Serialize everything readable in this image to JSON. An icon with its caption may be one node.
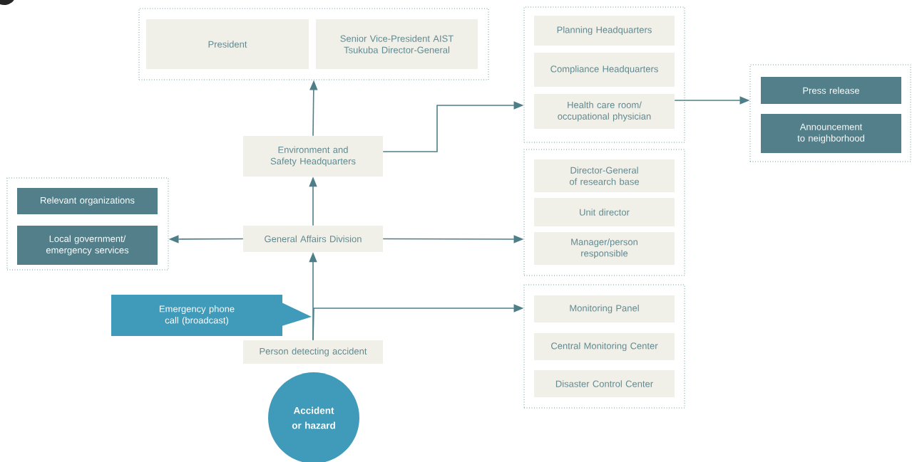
{
  "diagram": {
    "nodes": [
      {
        "text": [],
        "shape": "box"
      },
      {
        "text": [
          "President"
        ],
        "in": 0
      },
      {
        "text": [
          "Senior Vice-President AIST Tsukuba Director-General"
        ],
        "in": 0
      },
      {
        "text": [],
        "shape": "box"
      },
      {
        "text": [
          "Planning Headquarters"
        ],
        "in": 3
      },
      {
        "text": [
          "Compliance Headquarters"
        ],
        "in": 3
      },
      {
        "text": [
          "Health care room/ occupational physician"
        ],
        "in": 3
      },
      {
        "text": [],
        "shape": "box"
      },
      {
        "text": [
          "Press release"
        ],
        "in": 7
      },
      {
        "text": [
          "Announcement to neighborhood"
        ],
        "in": 7
      },
      {
        "text": [
          "Environment and Safety Headquarters"
        ]
      },
      {
        "text": [],
        "shape": "box"
      },
      {
        "text": [
          "Director-General of research base"
        ],
        "in": 11
      },
      {
        "text": [
          "Unit director"
        ],
        "in": 11
      },
      {
        "text": [
          "Manager/person responsible"
        ],
        "in": 11
      },
      {
        "text": [],
        "shape": "box"
      },
      {
        "text": [
          "Relevant organizations"
        ],
        "in": 15
      },
      {
        "text": [
          "Local government/ emergency services"
        ],
        "in": 15
      },
      {
        "text": [
          "General Affairs Division"
        ]
      },
      {
        "text": [],
        "shape": "box"
      },
      {
        "text": [
          "Monitoring Panel"
        ],
        "in": 19
      },
      {
        "text": [
          "Central Monitoring Center"
        ],
        "in": 19
      },
      {
        "text": [
          "Disaster Control Center"
        ],
        "in": 19
      },
      {
        "text": [
          "Emergency phone call (broadcast)"
        ]
      },
      {
        "text": [
          "Person detecting accident"
        ]
      },
      {
        "text": [
          "Accident or hazard"
        ]
      }
    ],
    "edges": [
      {
        "from": 10,
        "to": 0,
        "arrow": "to"
      },
      {
        "from": 10,
        "to": 3,
        "arrow": "to"
      },
      {
        "from": 6,
        "to": 7,
        "arrow": "to"
      },
      {
        "from": 18,
        "to": 10,
        "arrow": "to"
      },
      {
        "from": 18,
        "to": 15,
        "arrow": "to"
      },
      {
        "from": 18,
        "to": 11,
        "arrow": "to"
      },
      {
        "from": 24,
        "to": 18,
        "arrow": "to"
      },
      {
        "from": 24,
        "to": 19,
        "arrow": "to"
      }
    ]
  }
}
